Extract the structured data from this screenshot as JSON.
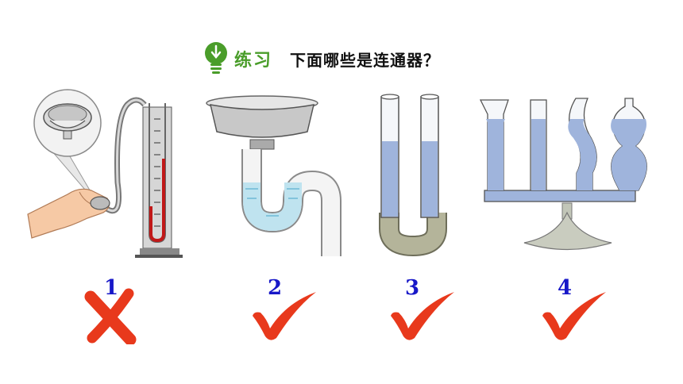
{
  "header": {
    "icon": "lightbulb-icon",
    "practice_label": "练习",
    "question": "下面哪些是连通器？"
  },
  "items": [
    {
      "number": "1",
      "figure": "manometer-with-hand",
      "answer": "cross"
    },
    {
      "number": "2",
      "figure": "sink-drain-trap",
      "answer": "check"
    },
    {
      "number": "3",
      "figure": "u-tube",
      "answer": "check"
    },
    {
      "number": "4",
      "figure": "connected-vessels-stand",
      "answer": "check"
    }
  ],
  "colors": {
    "accent_green": "#4a9d2a",
    "number_blue": "#1818c8",
    "mark_red": "#e8391c",
    "water_blue": "#9fb4dc"
  }
}
